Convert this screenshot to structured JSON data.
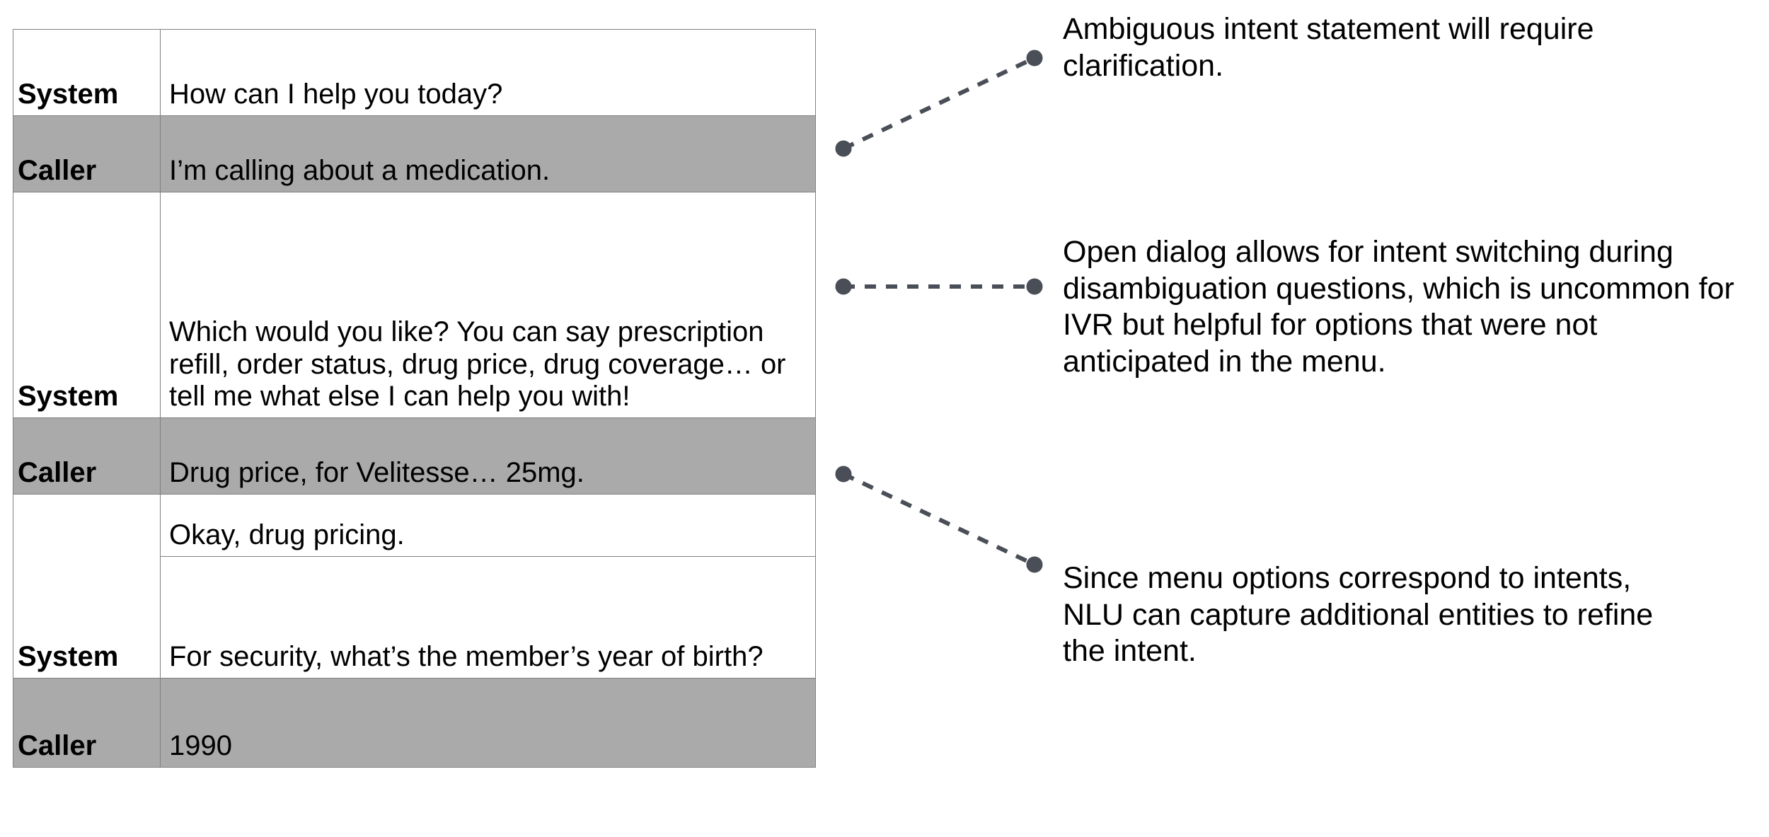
{
  "transcript": {
    "rows": [
      {
        "speaker": "System",
        "text": "How can I help you today?",
        "speaker_type": "system"
      },
      {
        "speaker": "Caller",
        "text": "I’m calling about a medication.",
        "speaker_type": "caller"
      },
      {
        "speaker": "System",
        "text": "Which would you like? You can say prescription refill, order status, drug price, drug coverage… or tell me what else I can help you with!",
        "speaker_type": "system"
      },
      {
        "speaker": "Caller",
        "text": "Drug price, for Velitesse… 25mg.",
        "speaker_type": "caller"
      },
      {
        "speaker": "System",
        "text_a": "Okay, drug pricing.",
        "text_b": "For security, what’s the member’s year of birth?",
        "speaker_type": "system"
      },
      {
        "speaker": "Caller",
        "text": "1990",
        "speaker_type": "caller"
      }
    ]
  },
  "annotations": [
    {
      "id": "note-1",
      "text": "Ambiguous intent statement will require clarification."
    },
    {
      "id": "note-2",
      "text": "Open dialog allows for intent switching during disambiguation questions, which is uncommon for IVR but helpful for options that were not anticipated in the menu."
    },
    {
      "id": "note-3",
      "text": "Since menu options correspond to intents, NLU can capture additional entities to refine the intent."
    }
  ],
  "style": {
    "caller_row_fill": "#aaaaaa",
    "system_row_fill": "#ffffff",
    "table_border": "#808080",
    "connector_color": "#4a4e57",
    "text_color": "#000000"
  }
}
